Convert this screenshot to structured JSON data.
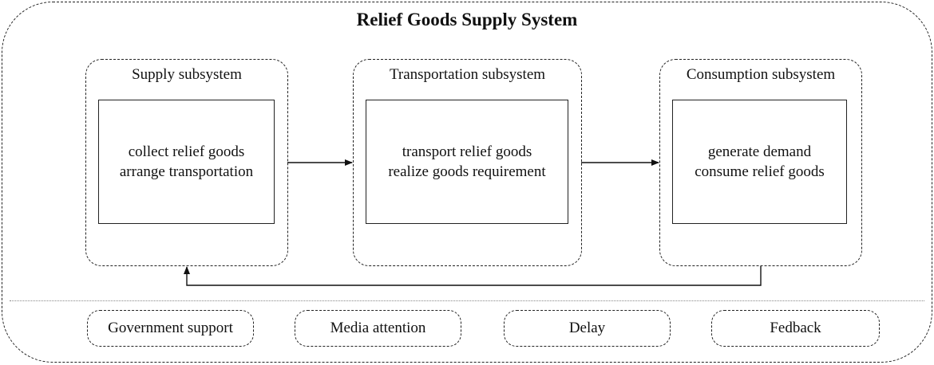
{
  "title": "Relief Goods Supply System",
  "subsystems": [
    {
      "label": "Supply subsystem",
      "lines": [
        "collect relief goods",
        "arrange transportation"
      ]
    },
    {
      "label": "Transportation subsystem",
      "lines": [
        "transport relief goods",
        "realize goods requirement"
      ]
    },
    {
      "label": "Consumption subsystem",
      "lines": [
        "generate demand",
        "consume relief goods"
      ]
    }
  ],
  "factors": [
    "Government support",
    "Media attention",
    "Delay",
    "Fedback"
  ]
}
